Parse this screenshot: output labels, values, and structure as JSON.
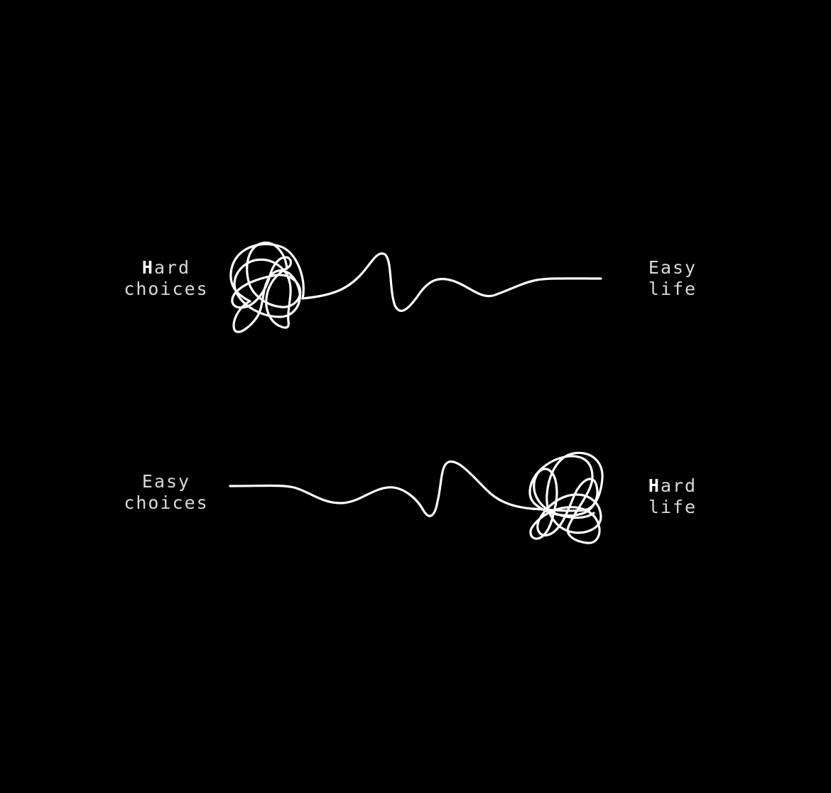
{
  "rows": [
    {
      "left_label": {
        "first": "H",
        "rest": "ard",
        "line2": "choices"
      },
      "right_label": {
        "line1": "Easy",
        "line2": "life"
      }
    },
    {
      "left_label": {
        "line1": "Easy",
        "line2": "choices"
      },
      "right_label": {
        "first": "H",
        "rest": "ard",
        "line2": "life"
      }
    }
  ],
  "colors": {
    "background": "#000000",
    "line": "#ffffff",
    "text": "#d9d9d9"
  }
}
